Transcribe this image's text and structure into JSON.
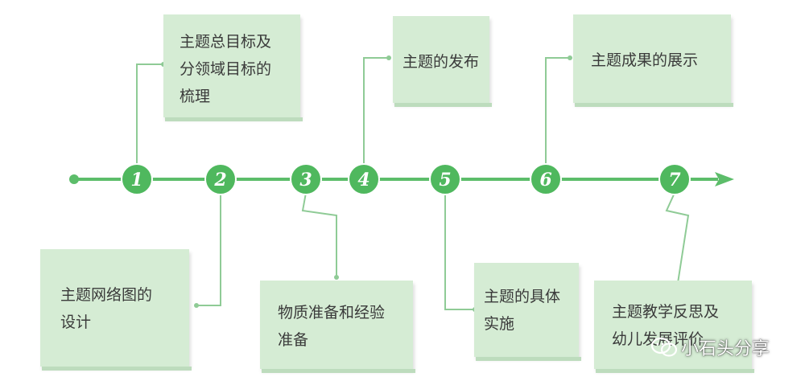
{
  "nodes": [
    {
      "number": "1",
      "text_lines": [
        "主题总目标及",
        "分领域目标的",
        "梳理"
      ]
    },
    {
      "number": "2",
      "text_lines": [
        "主题网络图的",
        "设计"
      ]
    },
    {
      "number": "3",
      "text_lines": [
        "物质准备和经验",
        "准备"
      ]
    },
    {
      "number": "4",
      "text_lines": [
        "主题的发布"
      ]
    },
    {
      "number": "5",
      "text_lines": [
        "主题的具体",
        "实施"
      ]
    },
    {
      "number": "6",
      "text_lines": [
        "主题成果的展示"
      ]
    },
    {
      "number": "7",
      "text_lines": [
        "主题教学反思及",
        "幼儿发展评价"
      ]
    }
  ],
  "watermark": "小石头分享",
  "colors": {
    "line": "#5cbd6a",
    "circle": "#4fb85e",
    "connector": "#8fcb96",
    "note": "#d5ecd4"
  }
}
